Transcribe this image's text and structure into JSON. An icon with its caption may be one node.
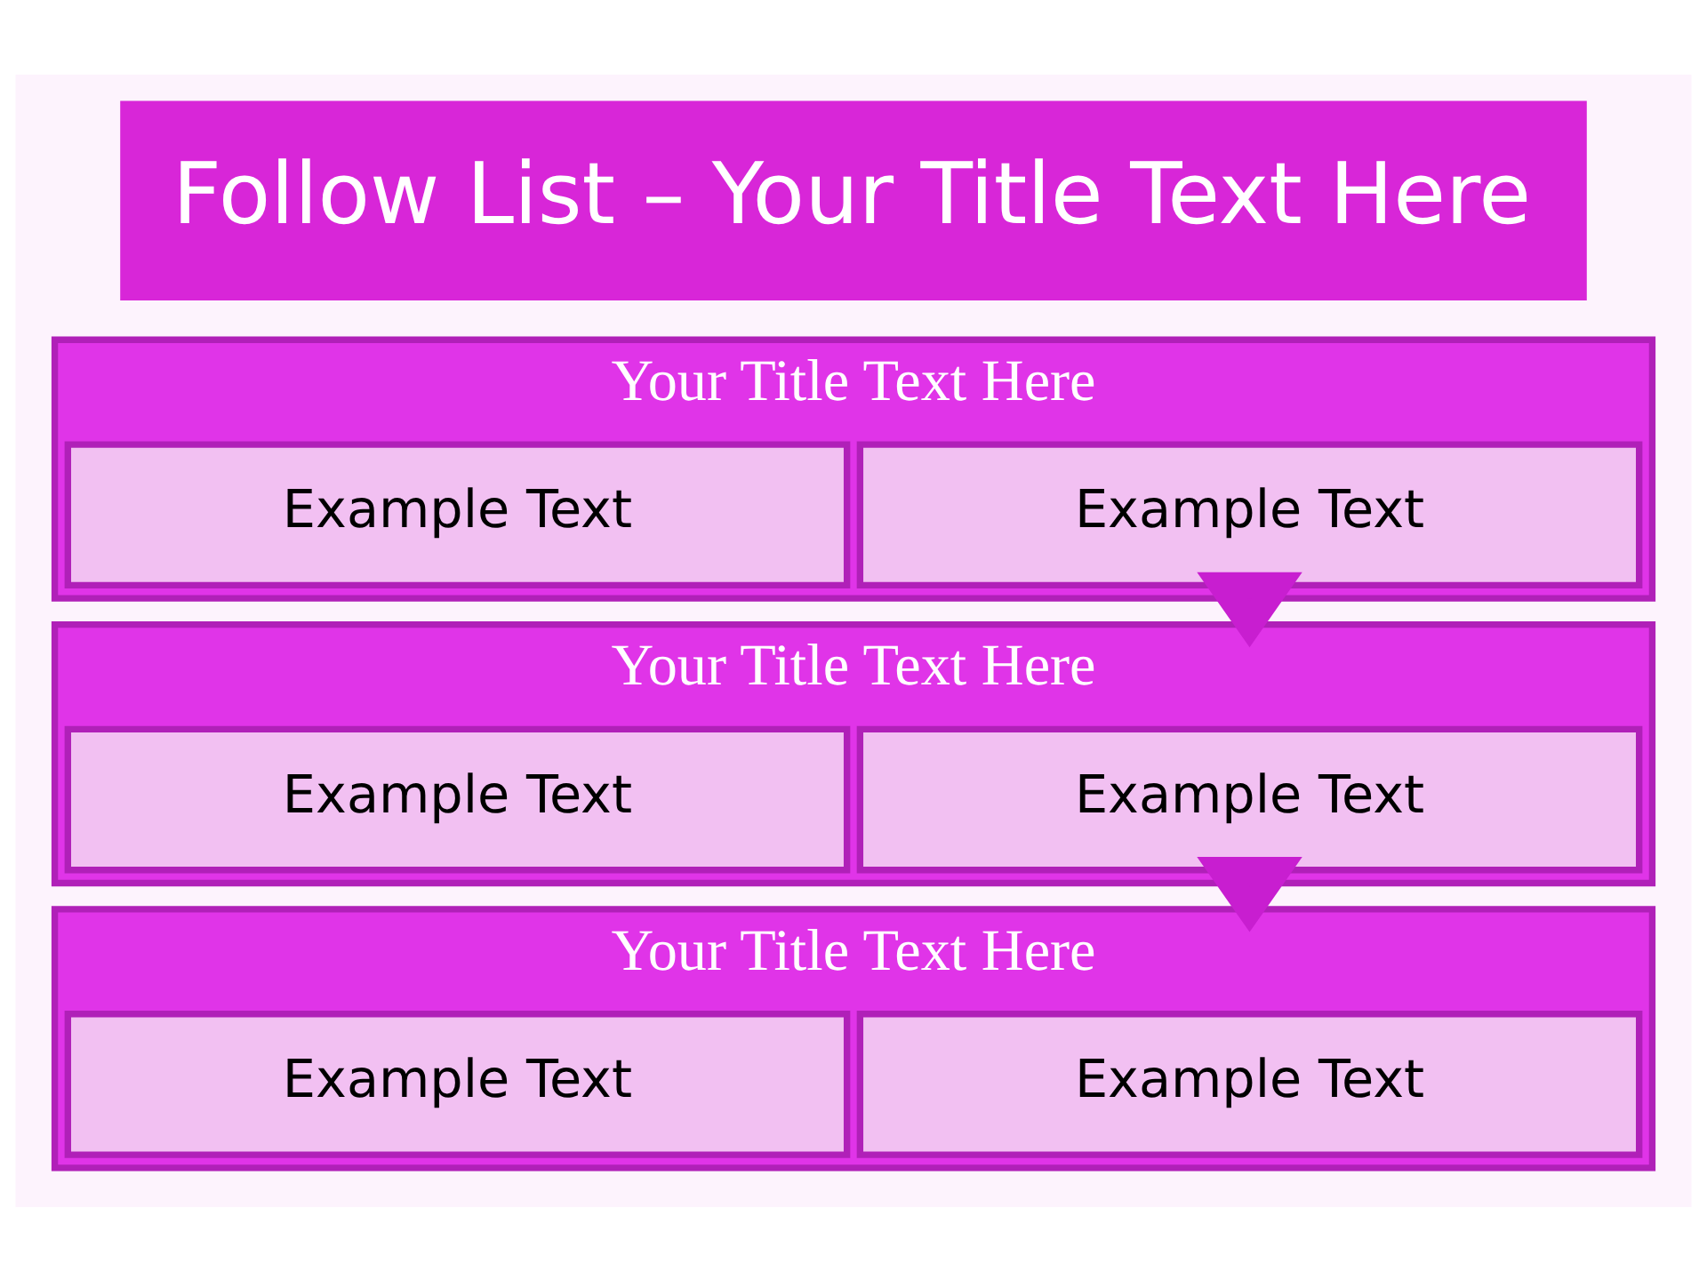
{
  "diagram": {
    "title": "Follow List – Your Title Text Here",
    "nodes": [
      {
        "text": [
          "Your Title Text Here"
        ]
      },
      {
        "text": [
          "Example Text"
        ],
        "in": 0
      },
      {
        "text": [
          "Example Text"
        ],
        "in": 0
      },
      {
        "text": [
          "Your Title Text Here"
        ]
      },
      {
        "text": [
          "Example Text"
        ],
        "in": 3
      },
      {
        "text": [
          "Example Text"
        ],
        "in": 3
      },
      {
        "text": [
          "Your Title Text Here"
        ]
      },
      {
        "text": [
          "Example Text"
        ],
        "in": 6
      },
      {
        "text": [
          "Example Text"
        ],
        "in": 6
      }
    ],
    "edges": [
      {
        "from": 0,
        "to": 3,
        "arrow": "to",
        "style": "thick"
      },
      {
        "from": 3,
        "to": 6,
        "arrow": "to",
        "style": "thick"
      }
    ]
  }
}
